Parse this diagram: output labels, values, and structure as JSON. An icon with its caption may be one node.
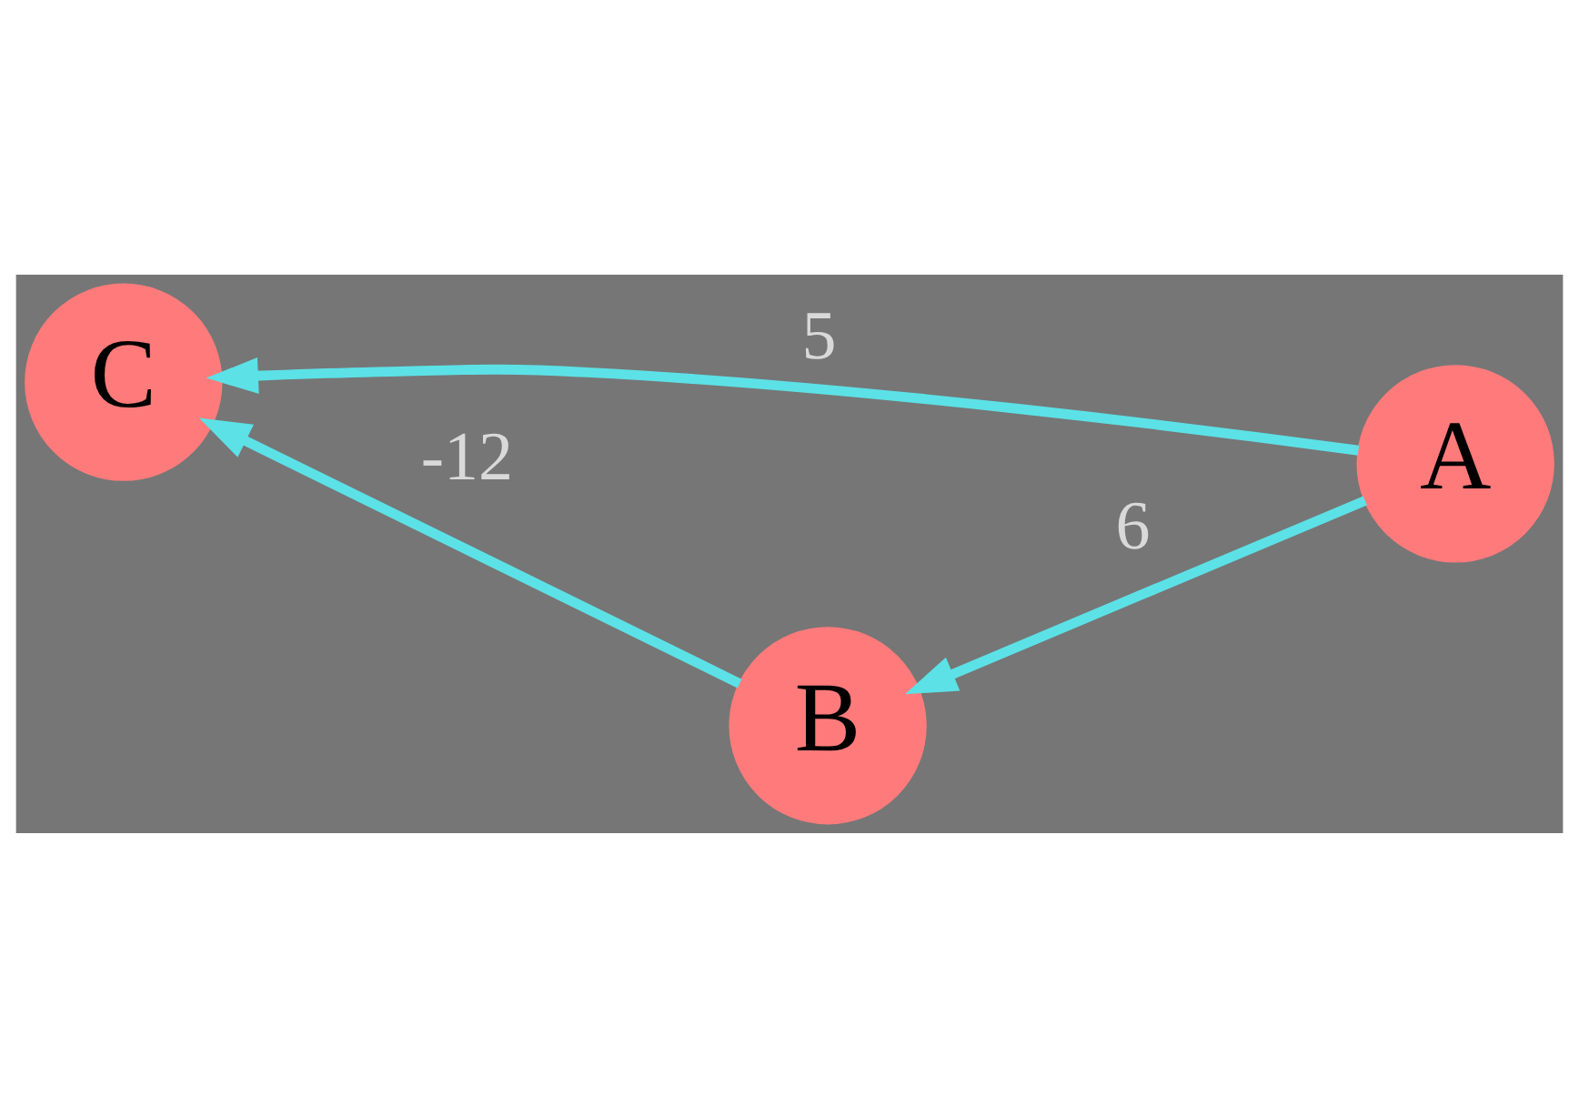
{
  "diagram": {
    "nodes": [
      {
        "text": [
          "C"
        ]
      },
      {
        "text": [
          "A"
        ]
      },
      {
        "text": [
          "B"
        ]
      }
    ],
    "edges": [
      {
        "from": 1,
        "to": 0,
        "arrow": "to",
        "label": "5"
      },
      {
        "from": 1,
        "to": 2,
        "arrow": "to",
        "label": "6"
      },
      {
        "from": 2,
        "to": 0,
        "arrow": "to",
        "label": "-12"
      }
    ]
  }
}
